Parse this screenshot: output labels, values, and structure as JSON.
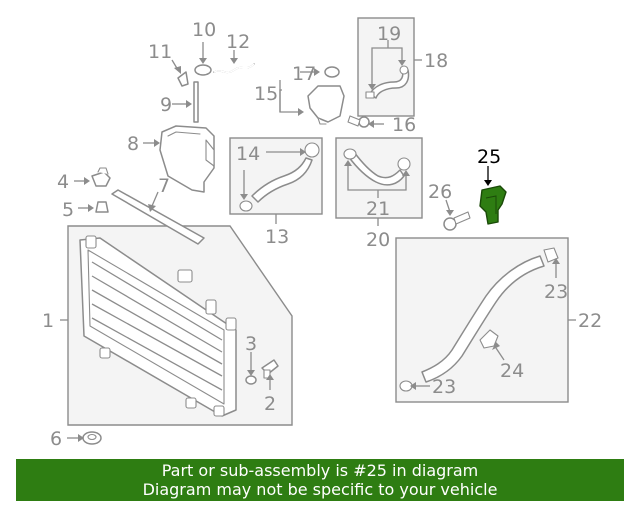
{
  "diagram": {
    "highlight_color": "#2e7d12",
    "callouts": {
      "c1": "1",
      "c2": "2",
      "c3": "3",
      "c4": "4",
      "c5": "5",
      "c6": "6",
      "c7": "7",
      "c8": "8",
      "c9": "9",
      "c10": "10",
      "c11": "11",
      "c12": "12",
      "c13": "13",
      "c14": "14",
      "c15": "15",
      "c16": "16",
      "c17": "17",
      "c18": "18",
      "c19": "19",
      "c20": "20",
      "c21": "21",
      "c22": "22",
      "c23a": "23",
      "c23b": "23",
      "c24": "24",
      "c25": "25",
      "c26": "26"
    }
  },
  "banner": {
    "line1": "Part or sub-assembly is #25 in diagram",
    "line2": "Diagram may not be specific to your vehicle",
    "background": "#2e7d12"
  }
}
